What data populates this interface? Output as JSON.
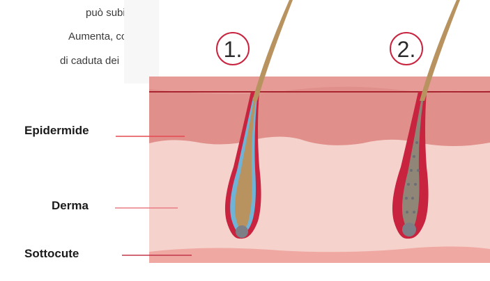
{
  "paragraph": {
    "lines": [
      "può subirne le",
      "Aumenta, così.",
      "di caduta dei"
    ]
  },
  "diagram": {
    "steps": [
      "1.",
      "2."
    ],
    "layers": [
      {
        "name": "Epidermide",
        "color": "#e08f8a"
      },
      {
        "name": "Derma",
        "color": "#f6d2cd"
      },
      {
        "name": "Sottocute",
        "color": "#f0a9a2"
      }
    ],
    "hair_color": "#b8935f",
    "follicle_wall_color": "#c8233f",
    "papilla_color": "#7d7f86"
  }
}
